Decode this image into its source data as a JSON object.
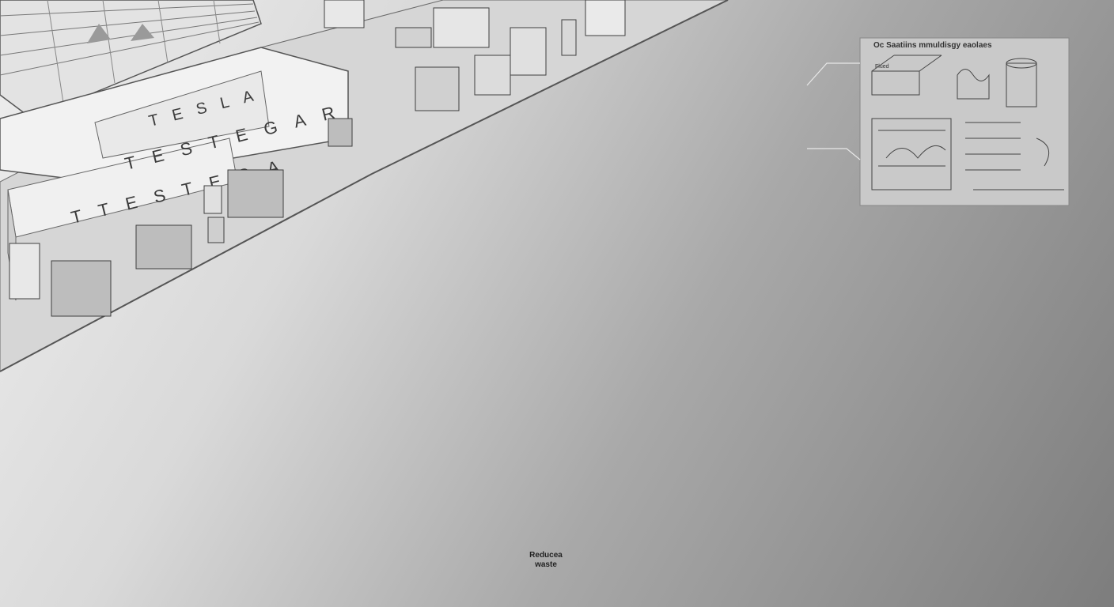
{
  "factory": {
    "sign_top": "TESLA",
    "sign_middle": "TESTEGAR",
    "sign_bottom": "TTESTEGA"
  },
  "schematic_inset": {
    "title": "Oc Saatiins mmuldisgy eaolaes",
    "label": "Flued"
  },
  "callout_caption": {
    "line1": "Reducea",
    "line2": "waste"
  },
  "colors": {
    "background_light": "#eeeeee",
    "background_dark": "#7d7d7d",
    "line_dark": "#2e2e2e",
    "accent_orange": "#d9774a"
  }
}
